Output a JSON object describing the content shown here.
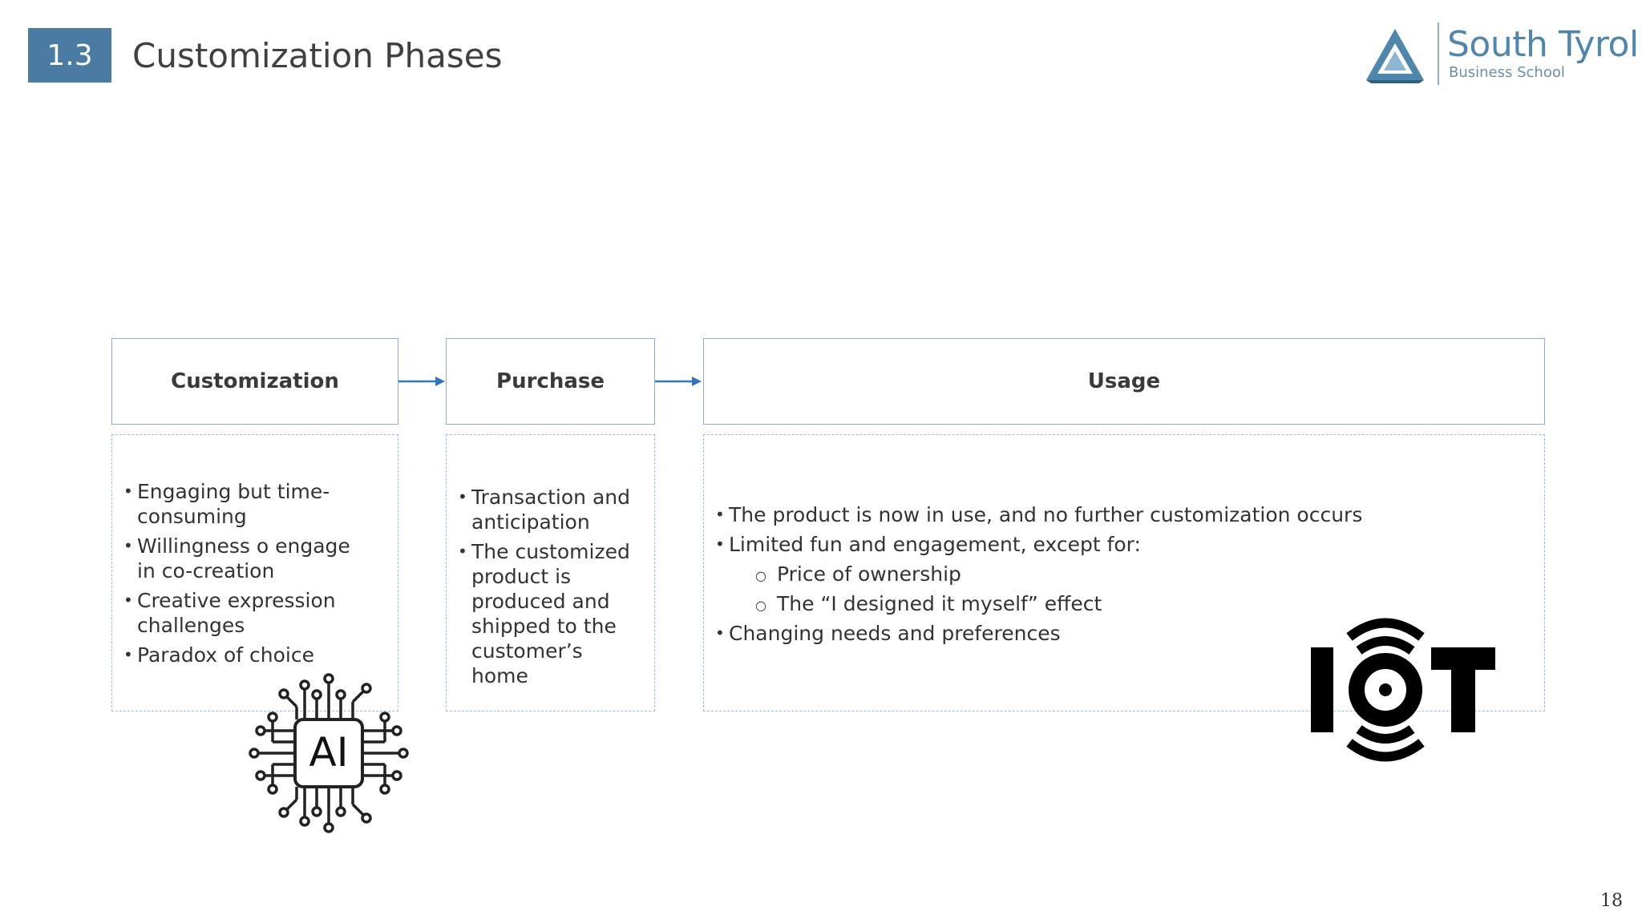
{
  "header": {
    "section_number": "1.3",
    "title": "Customization Phases"
  },
  "logo": {
    "name": "South Tyrol",
    "subtitle": "Business School"
  },
  "phases": [
    {
      "title": "Customization",
      "bullets": [
        {
          "text": "Engaging but time-consuming",
          "level": 1
        },
        {
          "text": "Willingness o engage in co-creation",
          "level": 1
        },
        {
          "text": "Creative expression challenges",
          "level": 1
        },
        {
          "text": "Paradox of choice",
          "level": 1
        }
      ]
    },
    {
      "title": "Purchase",
      "bullets": [
        {
          "text": "Transaction and anticipation",
          "level": 1
        },
        {
          "text": "The customized product is produced and shipped to the customer’s home",
          "level": 1
        }
      ]
    },
    {
      "title": "Usage",
      "bullets": [
        {
          "text": "The product is now in use, and no further customization occurs",
          "level": 1
        },
        {
          "text": "Limited fun and engagement, except for:",
          "level": 1
        },
        {
          "text": "Price of ownership",
          "level": 2
        },
        {
          "text": "The “I designed it myself” effect",
          "level": 2
        },
        {
          "text": "Changing needs and preferences",
          "level": 1
        }
      ]
    }
  ],
  "ai_icon": {
    "label": "AI",
    "icon": "ai-chip-icon"
  },
  "iot_icon": {
    "label": "IOT",
    "icon": "iot-icon"
  },
  "page_number": "18",
  "colors": {
    "accent": "#4a7ba3",
    "box_border": "#8faed0",
    "arrow": "#2b78c5"
  }
}
